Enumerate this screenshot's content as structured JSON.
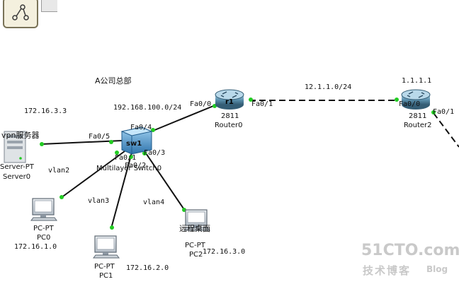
{
  "site": {
    "label": "A公司总部"
  },
  "toolbar": {
    "icon": "topology-icon"
  },
  "networks": {
    "server_subnet": "172.16.3.3",
    "core_link": "192.168.100.0/24",
    "wan_link": "12.1.1.0/24",
    "router2_ip": "1.1.1.1",
    "pc0_subnet": "172.16.1.0",
    "pc1_subnet": "172.16.2.0",
    "pc2_subnet": "172.16.3.0"
  },
  "devices": {
    "router0": {
      "model": "2811",
      "name": "Router0",
      "badge": "r1"
    },
    "router2": {
      "model": "2811",
      "name": "Router2"
    },
    "switch0": {
      "badge": "sw1",
      "name": "Multilayer Switch0"
    },
    "server0": {
      "type": "Server-PT",
      "name": "Server0",
      "label": "vpn服务器"
    },
    "pc0": {
      "type": "PC-PT",
      "name": "PC0"
    },
    "pc1": {
      "type": "PC-PT",
      "name": "PC1"
    },
    "pc2": {
      "type": "PC-PT",
      "name": "PC2",
      "label": "远程桌面"
    }
  },
  "ports": {
    "r0_fa00": "Fa0/0",
    "r0_fa01": "Fa0/1",
    "r2_fa00": "Fa0/0",
    "r2_fa01": "Fa0/1",
    "sw_fa04": "Fa0/4",
    "sw_fa05": "Fa0/5",
    "sw_fa01": "Fa0/1",
    "sw_fa02": "Fa0/2",
    "sw_fa03": "Fa0/3"
  },
  "vlans": {
    "v2": "vlan2",
    "v3": "vlan3",
    "v4": "vlan4"
  },
  "watermark": {
    "brand": "51CTO.com",
    "sub": "技术博客",
    "blog": "Blog"
  },
  "colors": {
    "link": "#111111",
    "port_up": "#22cc22",
    "router": "#4a7a95",
    "switch": "#3f86c0"
  }
}
